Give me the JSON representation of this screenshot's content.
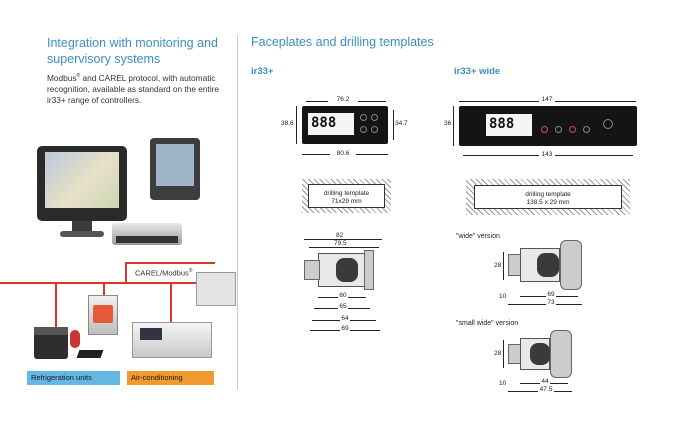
{
  "left": {
    "heading": "Integration with monitoring and supervisory systems",
    "body_pre": "Modbus",
    "body_mid": " and CAREL protocol, with automatic recognition, available as standard on the entire ir33+ range of controllers.",
    "registered": "®",
    "gateway_label": "CAREL/Modbus",
    "tags": {
      "refrigeration": "Refrigeration units",
      "aircon": "Air-conditioning"
    },
    "colors": {
      "heading": "#3a8fc6",
      "refrigeration": "#63b9e4",
      "aircon": "#f29a2e",
      "network_red": "#d9372b"
    }
  },
  "right": {
    "heading": "Faceplates and drilling templates",
    "ir33": {
      "title": "ir33+",
      "faceplate": {
        "width_top": "76.2",
        "width_bottom": "80.6",
        "height_left": "38.6",
        "height_right": "34.7",
        "display": "888"
      },
      "template": {
        "label": "drilling template",
        "size": "71x29 mm"
      },
      "side": {
        "d1": "82",
        "d2": "79.5",
        "d3": "60",
        "d4": "65",
        "d5": "64",
        "d6": "69"
      }
    },
    "wide": {
      "title": "ir33+ wide",
      "faceplate": {
        "width_top": "147",
        "width_bottom": "143",
        "height_left": "36",
        "display": "888"
      },
      "template": {
        "label": "drilling template",
        "size": "138.5 x 29 mm"
      },
      "wide_version": {
        "label": "\"wide\" version",
        "height": "28",
        "d1": "69",
        "d2": "73",
        "d3": "10"
      },
      "small_wide_version": {
        "label": "\"small wide\" version",
        "height": "28",
        "d1": "44",
        "d2": "47.5",
        "d3": "10"
      }
    }
  }
}
